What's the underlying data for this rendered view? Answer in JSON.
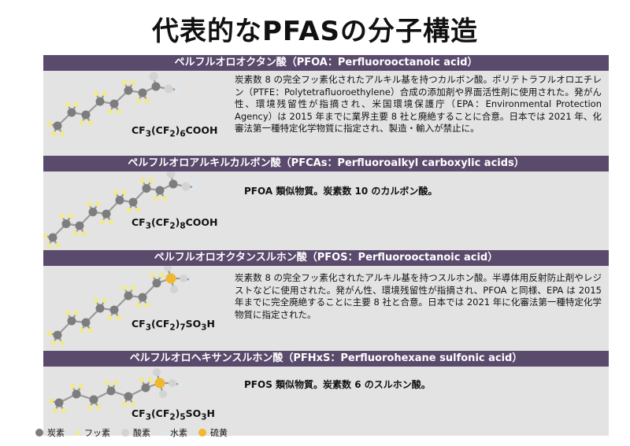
{
  "title": "代表的なPFASの分子構造",
  "colors": {
    "header_bg": "#5a4a6c",
    "body_bg": "#e3e3e3",
    "carbon": "#7d7d7d",
    "fluorine": "#f1e98e",
    "oxygen": "#d3d3d3",
    "hydrogen": "#d9e8f2",
    "sulfur": "#f0b82e"
  },
  "sections": [
    {
      "header": "ペルフルオロオクタン酸（PFOA：Perfluorooctanoic acid）",
      "formula": {
        "p1": "CF",
        "s1": "3",
        "p2": "(CF",
        "s2": "2",
        "p3": ")",
        "s3": "6",
        "p4": "COOH"
      },
      "description": "炭素数 8 の完全フッ素化されたアルキル基を持つカルボン酸。ポリテトラフルオロエチレン（PTFE：Polytetrafluoroethylene）合成の添加剤や界面活性剤に使用された。発がん性、環境残留性が指摘され、米国環境保護庁（EPA：Environmental Protection Agency）は 2015 年までに業界主要 8 社と廃絶することに合意。日本では 2021 年、化審法第一種特定化学物質に指定され、製造・輸入が禁止に。"
    },
    {
      "header": "ペルフルオロアルキルカルボン酸（PFCAs：Perfluoroalkyl carboxylic acids）",
      "formula": {
        "p1": "CF",
        "s1": "3",
        "p2": "(CF",
        "s2": "2",
        "p3": ")",
        "s3": "8",
        "p4": "COOH"
      },
      "description": "PFOA 類似物質。炭素数 10 のカルボン酸。"
    },
    {
      "header": "ペルフルオロオクタンスルホン酸（PFOS：Perfluorooctanoic acid）",
      "formula": {
        "p1": "CF",
        "s1": "3",
        "p2": "(CF",
        "s2": "2",
        "p3": ")",
        "s3": "7",
        "p4": "SO",
        "s4": "3",
        "p5": "H"
      },
      "description": "炭素数 8 の完全フッ素化されたアルキル基を持つスルホン酸。半導体用反射防止剤やレジストなどに使用された。発がん性、環境残留性が指摘され、PFOA と同様、EPA は 2015 年までに完全廃絶することに主要 8 社と合意。日本では 2021 年に化審法第一種特定化学物質に指定された。"
    },
    {
      "header": "ペルフルオロヘキサンスルホン酸（PFHxS：Perfluorohexane sulfonic acid）",
      "formula": {
        "p1": "CF",
        "s1": "3",
        "p2": "(CF",
        "s2": "2",
        "p3": ")",
        "s3": "5",
        "p4": "SO",
        "s4": "3",
        "p5": "H"
      },
      "description": "PFOS 類似物質。炭素数 6 のスルホン酸。"
    }
  ],
  "legend": [
    {
      "label": "炭素",
      "color": "#7d7d7d",
      "size": "large"
    },
    {
      "label": "フッ素",
      "color": "#f1e98e",
      "size": "small"
    },
    {
      "label": "酸素",
      "color": "#d3d3d3",
      "size": "large"
    },
    {
      "label": "水素",
      "color": "#d9e8f2",
      "size": "small"
    },
    {
      "label": "硫黄",
      "color": "#f0b82e",
      "size": "large"
    }
  ]
}
